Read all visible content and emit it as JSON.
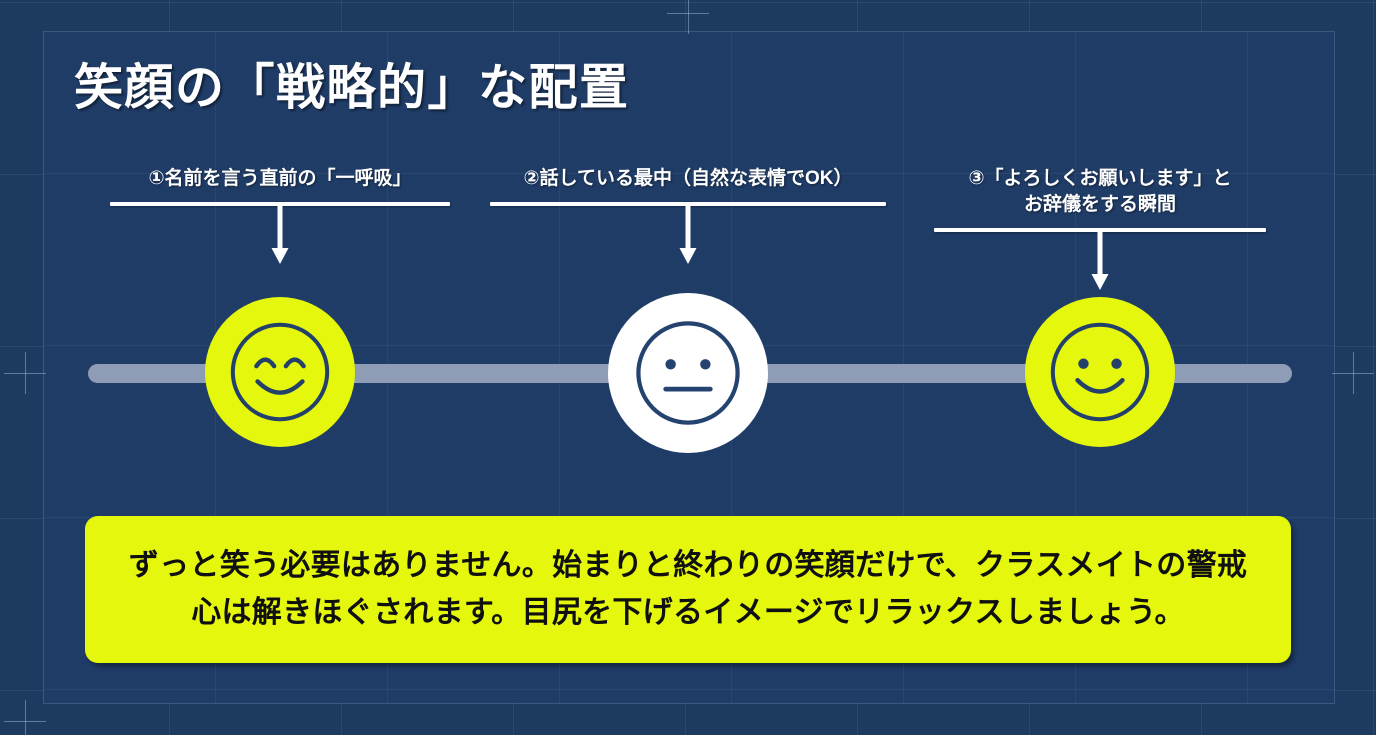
{
  "slide": {
    "title": "笑顔の「戦略的」な配置",
    "background_color": "#1f3c67",
    "accent_color": "#e4f70d",
    "track_color": "#8e9cb5"
  },
  "steps": [
    {
      "id": "step-1",
      "label_lines": [
        "①名前を言う直前の「一呼吸」"
      ],
      "line1": "①名前を言う直前の「一呼吸」",
      "line2": "",
      "face": {
        "name": "smiling-face-icon",
        "expression": "smile-closed-eyes",
        "fill": "#e4f70d",
        "stroke": "#1f3c67"
      }
    },
    {
      "id": "step-2",
      "label_lines": [
        "②話している最中（自然な表情でOK）"
      ],
      "line1": "②話している最中（自然な表情でOK）",
      "line2": "",
      "face": {
        "name": "neutral-face-icon",
        "expression": "neutral",
        "fill": "#ffffff",
        "stroke": "#25436f"
      }
    },
    {
      "id": "step-3",
      "label_lines": [
        "③「よろしくお願いします」と",
        "お辞儀をする瞬間"
      ],
      "line1": "③「よろしくお願いします」と",
      "line2": "お辞儀をする瞬間",
      "face": {
        "name": "smiling-face-icon",
        "expression": "smile-open-eyes",
        "fill": "#e4f70d",
        "stroke": "#1f3c67"
      }
    }
  ],
  "callout": {
    "text": "ずっと笑う必要はありません。始まりと終わりの笑顔だけで、クラスメイトの警戒心は解きほぐされます。目尻を下げるイメージでリラックスしましょう。",
    "background_color": "#e4f70d",
    "text_color": "#101010"
  }
}
